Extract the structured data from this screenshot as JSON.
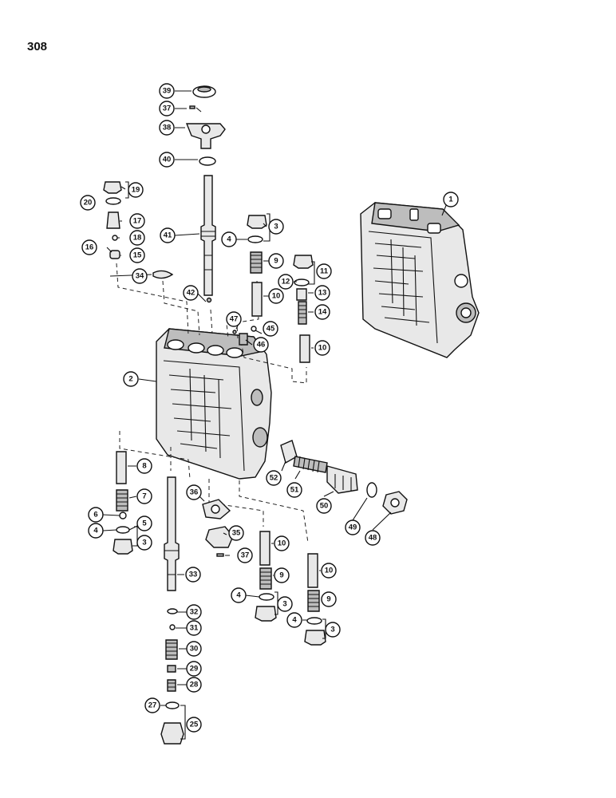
{
  "page_number": "308",
  "callouts": {
    "c1": "1",
    "c2": "2",
    "c3a": "3",
    "c3b": "3",
    "c3c": "3",
    "c3d": "3",
    "c4a": "4",
    "c4b": "4",
    "c4c": "4",
    "c4d": "4",
    "c5": "5",
    "c6": "6",
    "c7": "7",
    "c8": "8",
    "c9a": "9",
    "c9b": "9",
    "c9c": "9",
    "c10a": "10",
    "c10b": "10",
    "c10c": "10",
    "c10d": "10",
    "c11": "11",
    "c12": "12",
    "c13": "13",
    "c14": "14",
    "c15": "15",
    "c16": "16",
    "c17": "17",
    "c18": "18",
    "c19": "19",
    "c20": "20",
    "c25": "25",
    "c27": "27",
    "c28": "28",
    "c29": "29",
    "c30": "30",
    "c31": "31",
    "c32": "32",
    "c33": "33",
    "c34": "34",
    "c35": "35",
    "c36": "36",
    "c37a": "37",
    "c37b": "37",
    "c38": "38",
    "c39": "39",
    "c40": "40",
    "c41": "41",
    "c42": "42",
    "c45": "45",
    "c46": "46",
    "c47": "47",
    "c48": "48",
    "c49": "49",
    "c50": "50",
    "c51": "51",
    "c52": "52"
  }
}
